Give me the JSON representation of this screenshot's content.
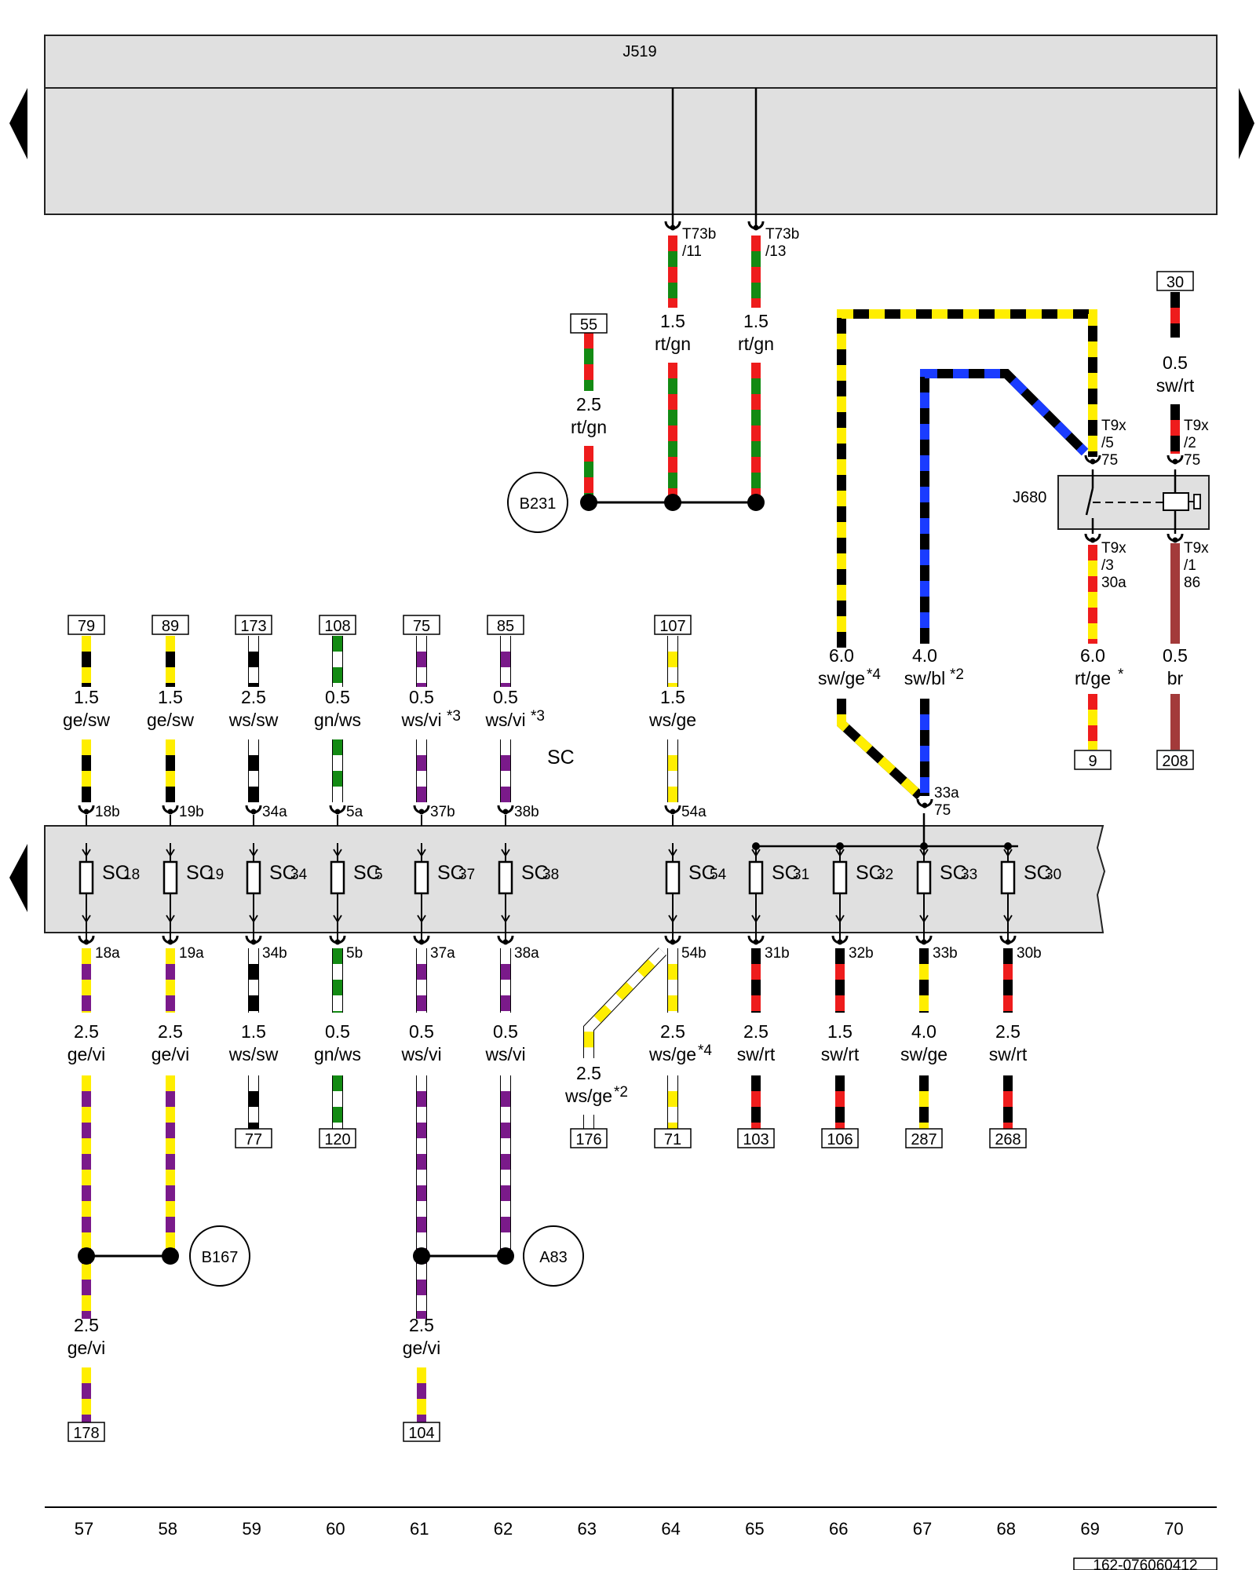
{
  "header": {
    "unit": "J519"
  },
  "relay": {
    "name": "J680"
  },
  "fuse_box": {
    "name": "SC"
  },
  "footer": {
    "doc_id": "162-076060412"
  },
  "nav": {
    "left_arrow_icon": "triangle-left-icon",
    "right_arrow_icon": "triangle-right-icon"
  },
  "grid_columns": [
    "57",
    "58",
    "59",
    "60",
    "61",
    "62",
    "63",
    "64",
    "65",
    "66",
    "67",
    "68",
    "69",
    "70"
  ],
  "colors": {
    "rt": "#ee1c1c",
    "gn": "#138a13",
    "ge": "#ffee00",
    "sw": "#000000",
    "vi": "#7a1a8a",
    "ws": "#ffffff",
    "bl": "#1a3cff",
    "br": "#a33a3a",
    "panel": "#e0e0e0"
  },
  "connector_pins": [
    {
      "pin": "T73b",
      "sub": "/11"
    },
    {
      "pin": "T73b",
      "sub": "/13"
    },
    {
      "pin": "T9x",
      "sub": "/5",
      "term": "75"
    },
    {
      "pin": "T9x",
      "sub": "/2",
      "term": "75"
    },
    {
      "pin": "T9x",
      "sub": "/3",
      "term": "30a"
    },
    {
      "pin": "T9x",
      "sub": "/1",
      "term": "86"
    },
    {
      "pin": "33a",
      "term": "75"
    }
  ],
  "ground_points": [
    "B231",
    "B167",
    "A83"
  ],
  "upper_wires": [
    {
      "ref": "55",
      "gauge": "2.5",
      "color": "rt/gn"
    },
    {
      "gauge": "1.5",
      "color": "rt/gn"
    },
    {
      "gauge": "1.5",
      "color": "rt/gn"
    },
    {
      "gauge": "6.0",
      "color": "sw/ge",
      "note": "*4"
    },
    {
      "gauge": "4.0",
      "color": "sw/bl",
      "note": "*2"
    },
    {
      "ref": "9",
      "gauge": "6.0",
      "color": "rt/ge",
      "note": "*"
    },
    {
      "ref": "208",
      "gauge": "0.5",
      "color": "br"
    },
    {
      "ref": "30",
      "gauge": "0.5",
      "color": "sw/rt"
    }
  ],
  "fuses": [
    {
      "name": "SC",
      "num": "18",
      "top_pin": "18b",
      "bottom_pin": "18a",
      "in_ref": "79",
      "in_gauge": "1.5",
      "in_color": "ge/sw",
      "out_gauge": "2.5",
      "out_color": "ge/vi"
    },
    {
      "name": "SC",
      "num": "19",
      "top_pin": "19b",
      "bottom_pin": "19a",
      "in_ref": "89",
      "in_gauge": "1.5",
      "in_color": "ge/sw",
      "out_gauge": "2.5",
      "out_color": "ge/vi"
    },
    {
      "name": "SC",
      "num": "34",
      "top_pin": "34a",
      "bottom_pin": "34b",
      "in_ref": "173",
      "in_gauge": "2.5",
      "in_color": "ws/sw",
      "out_gauge": "1.5",
      "out_color": "ws/sw",
      "out_ref": "77"
    },
    {
      "name": "SC",
      "num": "5",
      "top_pin": "5a",
      "bottom_pin": "5b",
      "in_ref": "108",
      "in_gauge": "0.5",
      "in_color": "gn/ws",
      "out_gauge": "0.5",
      "out_color": "gn/ws",
      "out_ref": "120"
    },
    {
      "name": "SC",
      "num": "37",
      "top_pin": "37b",
      "bottom_pin": "37a",
      "in_ref": "75",
      "in_gauge": "0.5",
      "in_color": "ws/vi",
      "in_note": "*3",
      "out_gauge": "0.5",
      "out_color": "ws/vi"
    },
    {
      "name": "SC",
      "num": "38",
      "top_pin": "38b",
      "bottom_pin": "38a",
      "in_ref": "85",
      "in_gauge": "0.5",
      "in_color": "ws/vi",
      "in_note": "*3",
      "out_gauge": "0.5",
      "out_color": "ws/vi"
    },
    {
      "name": "SC",
      "num": "54",
      "top_pin": "54a",
      "bottom_pin": "54b",
      "in_ref": "107",
      "in_gauge": "1.5",
      "in_color": "ws/ge",
      "out_gauge": "2.5",
      "out_color": "ws/ge",
      "out_note": "*4",
      "out_ref": "71"
    },
    {
      "name": "SC",
      "num": "31",
      "bottom_pin": "31b",
      "out_gauge": "2.5",
      "out_color": "sw/rt",
      "out_ref": "103"
    },
    {
      "name": "SC",
      "num": "32",
      "bottom_pin": "32b",
      "out_gauge": "1.5",
      "out_color": "sw/rt",
      "out_ref": "106"
    },
    {
      "name": "SC",
      "num": "33",
      "bottom_pin": "33b",
      "out_gauge": "4.0",
      "out_color": "sw/ge",
      "out_ref": "287"
    },
    {
      "name": "SC",
      "num": "30",
      "bottom_pin": "30b",
      "out_gauge": "2.5",
      "out_color": "sw/rt",
      "out_ref": "268"
    }
  ],
  "branch_wire": {
    "gauge": "2.5",
    "color": "ws/ge",
    "note": "*2",
    "ref": "176"
  },
  "merge_wires": [
    {
      "gauge": "2.5",
      "color": "ge/vi",
      "ref": "178"
    },
    {
      "gauge": "2.5",
      "color": "ge/vi",
      "ref": "104"
    }
  ]
}
